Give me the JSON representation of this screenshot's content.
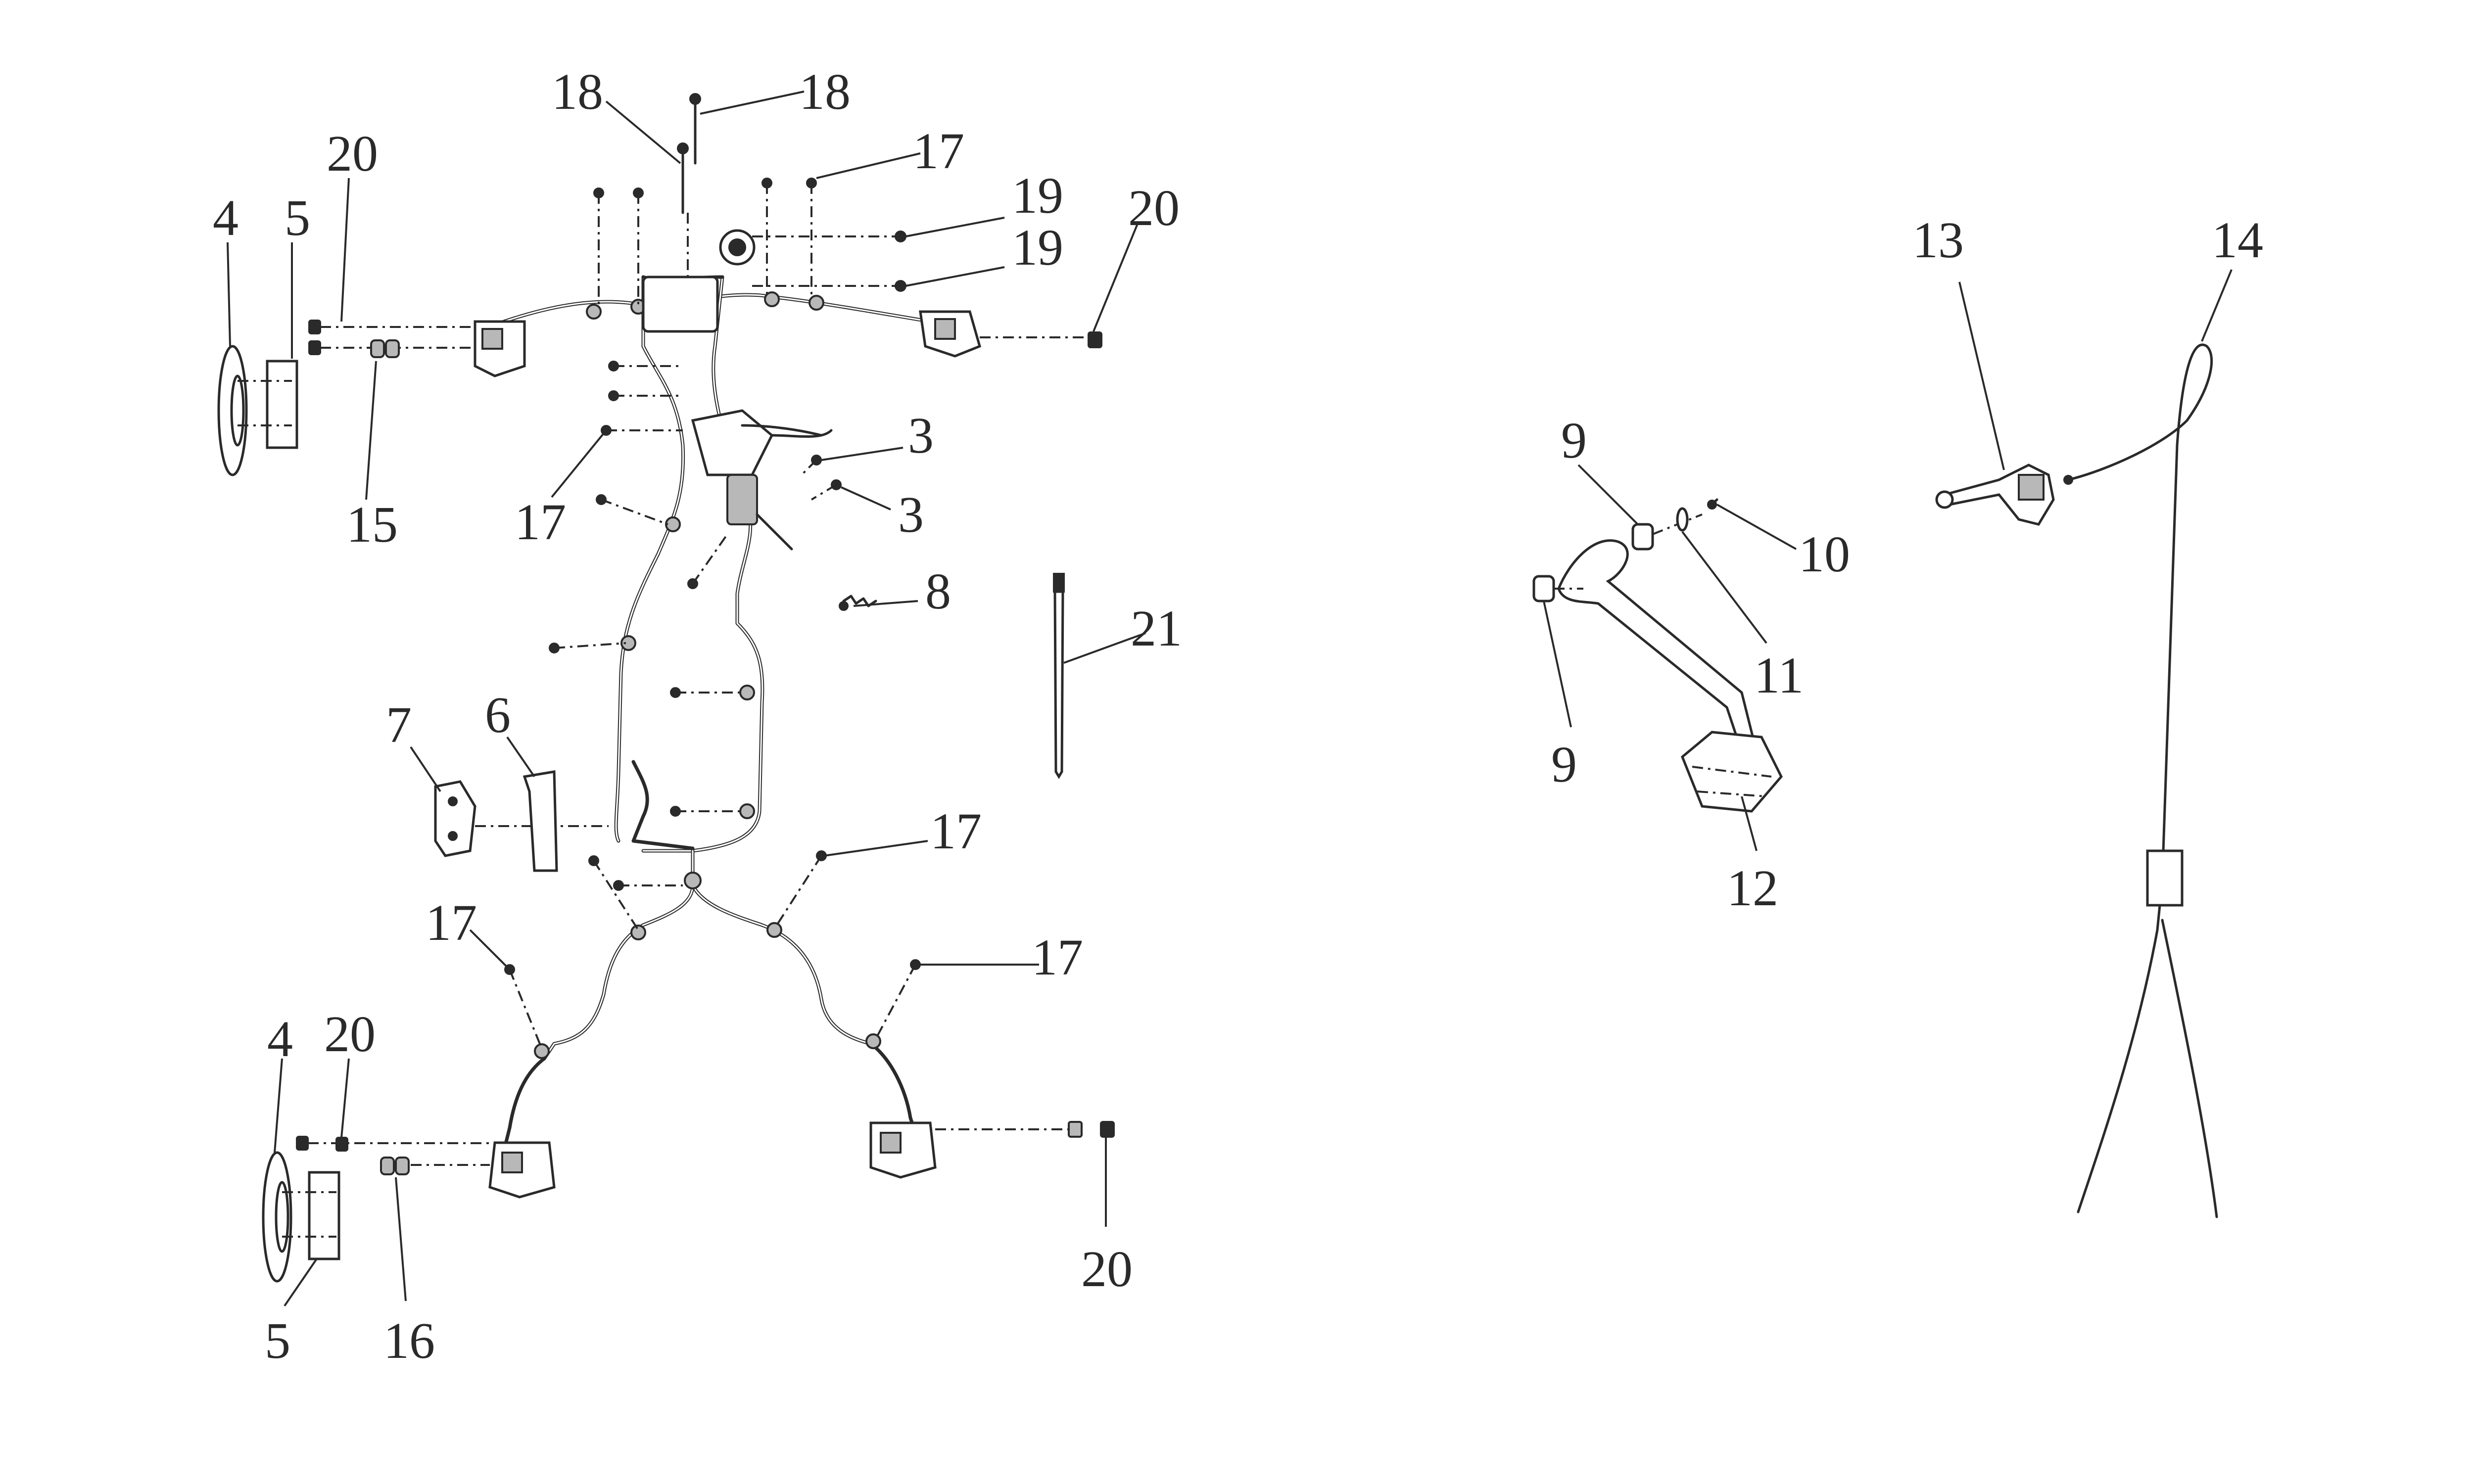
{
  "callouts": {
    "c1": "18",
    "c2": "18",
    "c3": "20",
    "c4": "17",
    "c5": "4",
    "c6": "5",
    "c7": "19",
    "c8": "19",
    "c9": "20",
    "c10": "3",
    "c11": "15",
    "c12": "17",
    "c13": "3",
    "c14": "8",
    "c15": "21",
    "c16": "7",
    "c17": "6",
    "c18": "17",
    "c19": "17",
    "c20": "17",
    "c21": "4",
    "c22": "20",
    "c23": "20",
    "c24": "5",
    "c25": "16",
    "c26": "13",
    "c27": "14",
    "c28": "9",
    "c29": "10",
    "c30": "11",
    "c31": "9",
    "c32": "12"
  }
}
